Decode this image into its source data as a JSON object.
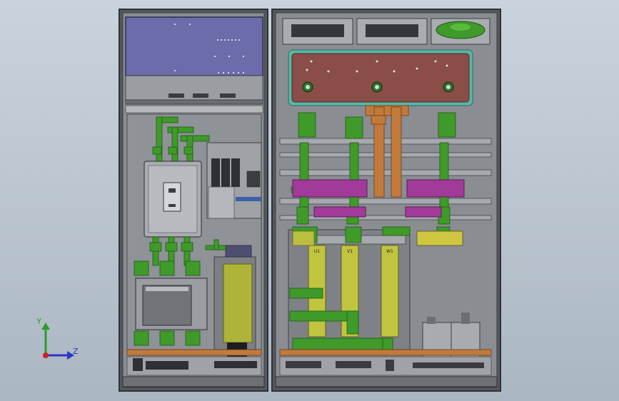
{
  "viewport": {
    "background_top": "#c9d3dd",
    "background_bottom": "#aab6c2"
  },
  "colors": {
    "frame": "#595c60",
    "panel_gray": "#8b8e93",
    "panel_dark": "#5f6266",
    "hmi_blue": "#6a6aa8",
    "busbar_green": "#3f9a2a",
    "busbar_copper": "#c27a3c",
    "plate_red": "#8b4d48",
    "plate_teal": "#59b7a8",
    "magenta": "#a23a9a",
    "olive": "#b6b83a",
    "yellow": "#cfc642",
    "axis_y": "#2e9a2e",
    "axis_z": "#2a36c8",
    "axis_x": "#d02020"
  },
  "labels": {
    "transformer_left": "U1",
    "transformer_mid": "V1",
    "transformer_right": "W1"
  },
  "triad": {
    "y_label": "Y",
    "z_label": "Z"
  }
}
